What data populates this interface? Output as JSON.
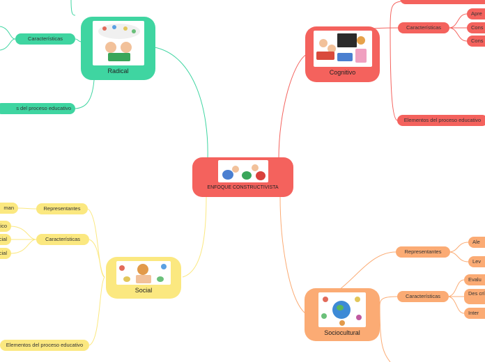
{
  "colors": {
    "radical": "#3fd5a1",
    "cognitivo": "#f4625d",
    "social": "#fbe880",
    "sociocultural": "#fbab74",
    "center": "#f4625d"
  },
  "center": {
    "label": "ENFOQUE CONSTRUCTIVISTA",
    "image": "children-playing-illustration"
  },
  "radical": {
    "label": "Radical",
    "image": "child-reading-book-illustration",
    "branches": [
      "Características",
      "s del proceso educativo"
    ]
  },
  "cognitivo": {
    "label": "Cognitivo",
    "image": "children-classroom-illustration",
    "branches": [
      "Características",
      "Elementos del proceso educativo"
    ],
    "subitems": [
      "Apre",
      "Cons",
      "Cons"
    ]
  },
  "social": {
    "label": "Social",
    "image": "child-reading-illustration",
    "branches": [
      "Representantes",
      "Características",
      "Elementos del proceso educativo"
    ],
    "subitems": [
      "man",
      "ítico",
      "ocial",
      "ocial"
    ]
  },
  "sociocultural": {
    "label": "Sociocultural",
    "image": "children-around-globe-illustration",
    "branches": [
      "Representantes",
      "Características"
    ],
    "subitems": [
      "Ale",
      "Lev",
      "Evalu",
      "Des crít",
      "Inter"
    ]
  }
}
